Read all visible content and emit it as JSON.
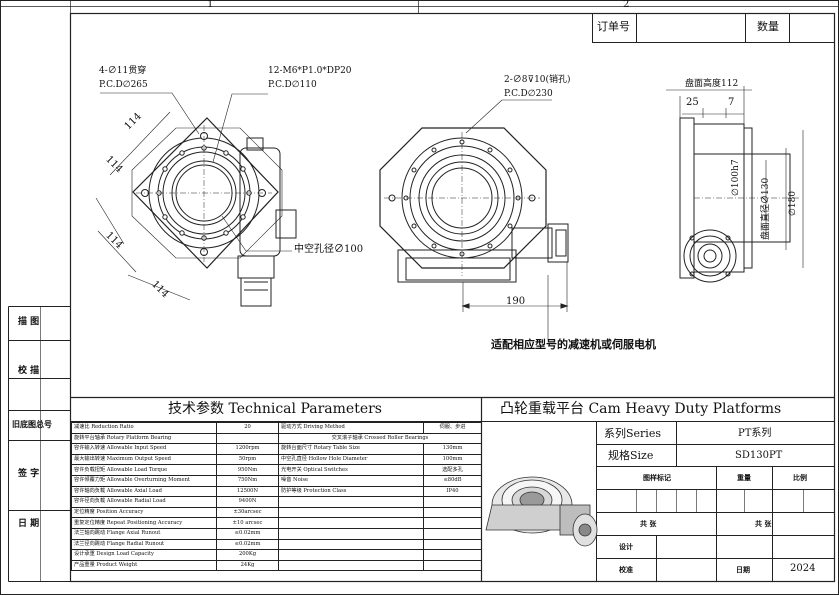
{
  "frame": {
    "col1": "1",
    "col2": "2"
  },
  "order": {
    "label": "订单号",
    "qty_label": "数量"
  },
  "callouts": {
    "holes1_l1": "4-∅11贯穿",
    "holes1_l2": "P.C.D∅265",
    "thread_l1": "12-M6*P1.0*DP20",
    "thread_l2": "P.C.D∅110",
    "pin_l1": "2-∅8⊽10(销孔)",
    "pin_l2": "P.C.D∅230",
    "table_height": "盘面高度112",
    "hollow": "中空孔径∅100",
    "adapt": "适配相应型号的减速机或伺服电机"
  },
  "dims": {
    "d114a": "114",
    "d114b": "114",
    "d114c": "114",
    "d114d": "114",
    "d25": "25",
    "d7": "7",
    "d190": "190",
    "d100h7": "∅100h7",
    "d130": "盘面直径∅130",
    "d180": "∅180"
  },
  "left_block": {
    "draw": "描 图",
    "check": "校 描",
    "old_no": "旧底图总号",
    "sign": "签 字",
    "date": "日 期"
  },
  "spec": {
    "title": "技术参数  Technical Parameters",
    "rows": [
      [
        "减速比 Reduction Ratio",
        "20",
        "驱动方式 Driving Method",
        "伺服、步进"
      ],
      [
        "旋转平台轴承 Rotary Platform Bearing",
        "",
        "交叉滚子轴承 Crossed Roller Bearings",
        ""
      ],
      [
        "容许输入转速 Allowable Input Speed",
        "1200rpm",
        "旋转台面尺寸 Rotary Table Size",
        "130mm"
      ],
      [
        "最大输出转速 Maximum Output Speed",
        "50rpm",
        "中空孔直径 Hollow Hole Diameter",
        "100mm"
      ],
      [
        "容许负载扭矩 Allowable Load Torque",
        "950Nm",
        "光电开关 Optical Switches",
        "选配多孔"
      ],
      [
        "容许倾覆力矩 Allowable Overturning Moment",
        "750Nm",
        "噪音 Noise",
        "≤80dB"
      ],
      [
        "容许轴向负载 Allowable Axial Load",
        "12500N",
        "防护等级 Protection Class",
        "IP40"
      ],
      [
        "容许径向负载 Allowable Radial Load",
        "9400N",
        "",
        ""
      ],
      [
        "定位精度 Position Accuracy",
        "±30arcsec",
        "",
        ""
      ],
      [
        "重复定位精度 Repeat Positioning Accuracy",
        "±10 arcsec",
        "",
        ""
      ],
      [
        "法兰轴向跳动 Flange Axial Runout",
        "≤0.02mm",
        "",
        ""
      ],
      [
        "法兰径向跳动 Flange Radial Runout",
        "≤0.02mm",
        "",
        ""
      ],
      [
        "设计承重 Design Load Capacity",
        "200Kg",
        "",
        ""
      ],
      [
        "产品重量 Product Weight",
        "24Kg",
        "",
        ""
      ]
    ]
  },
  "titleblock": {
    "title": "凸轮重载平台 Cam Heavy Duty Platforms",
    "series_label": "系列Series",
    "series_value": "PT系列",
    "size_label": "规格Size",
    "size_value": "SD130PT",
    "stage_label": "图样标记",
    "weight_label": "重量",
    "ratio_label": "比例",
    "total_a": "共    张",
    "total_b": "共    张",
    "design_label": "设计",
    "check_label": "校准",
    "date_label": "日期",
    "year": "2024"
  }
}
